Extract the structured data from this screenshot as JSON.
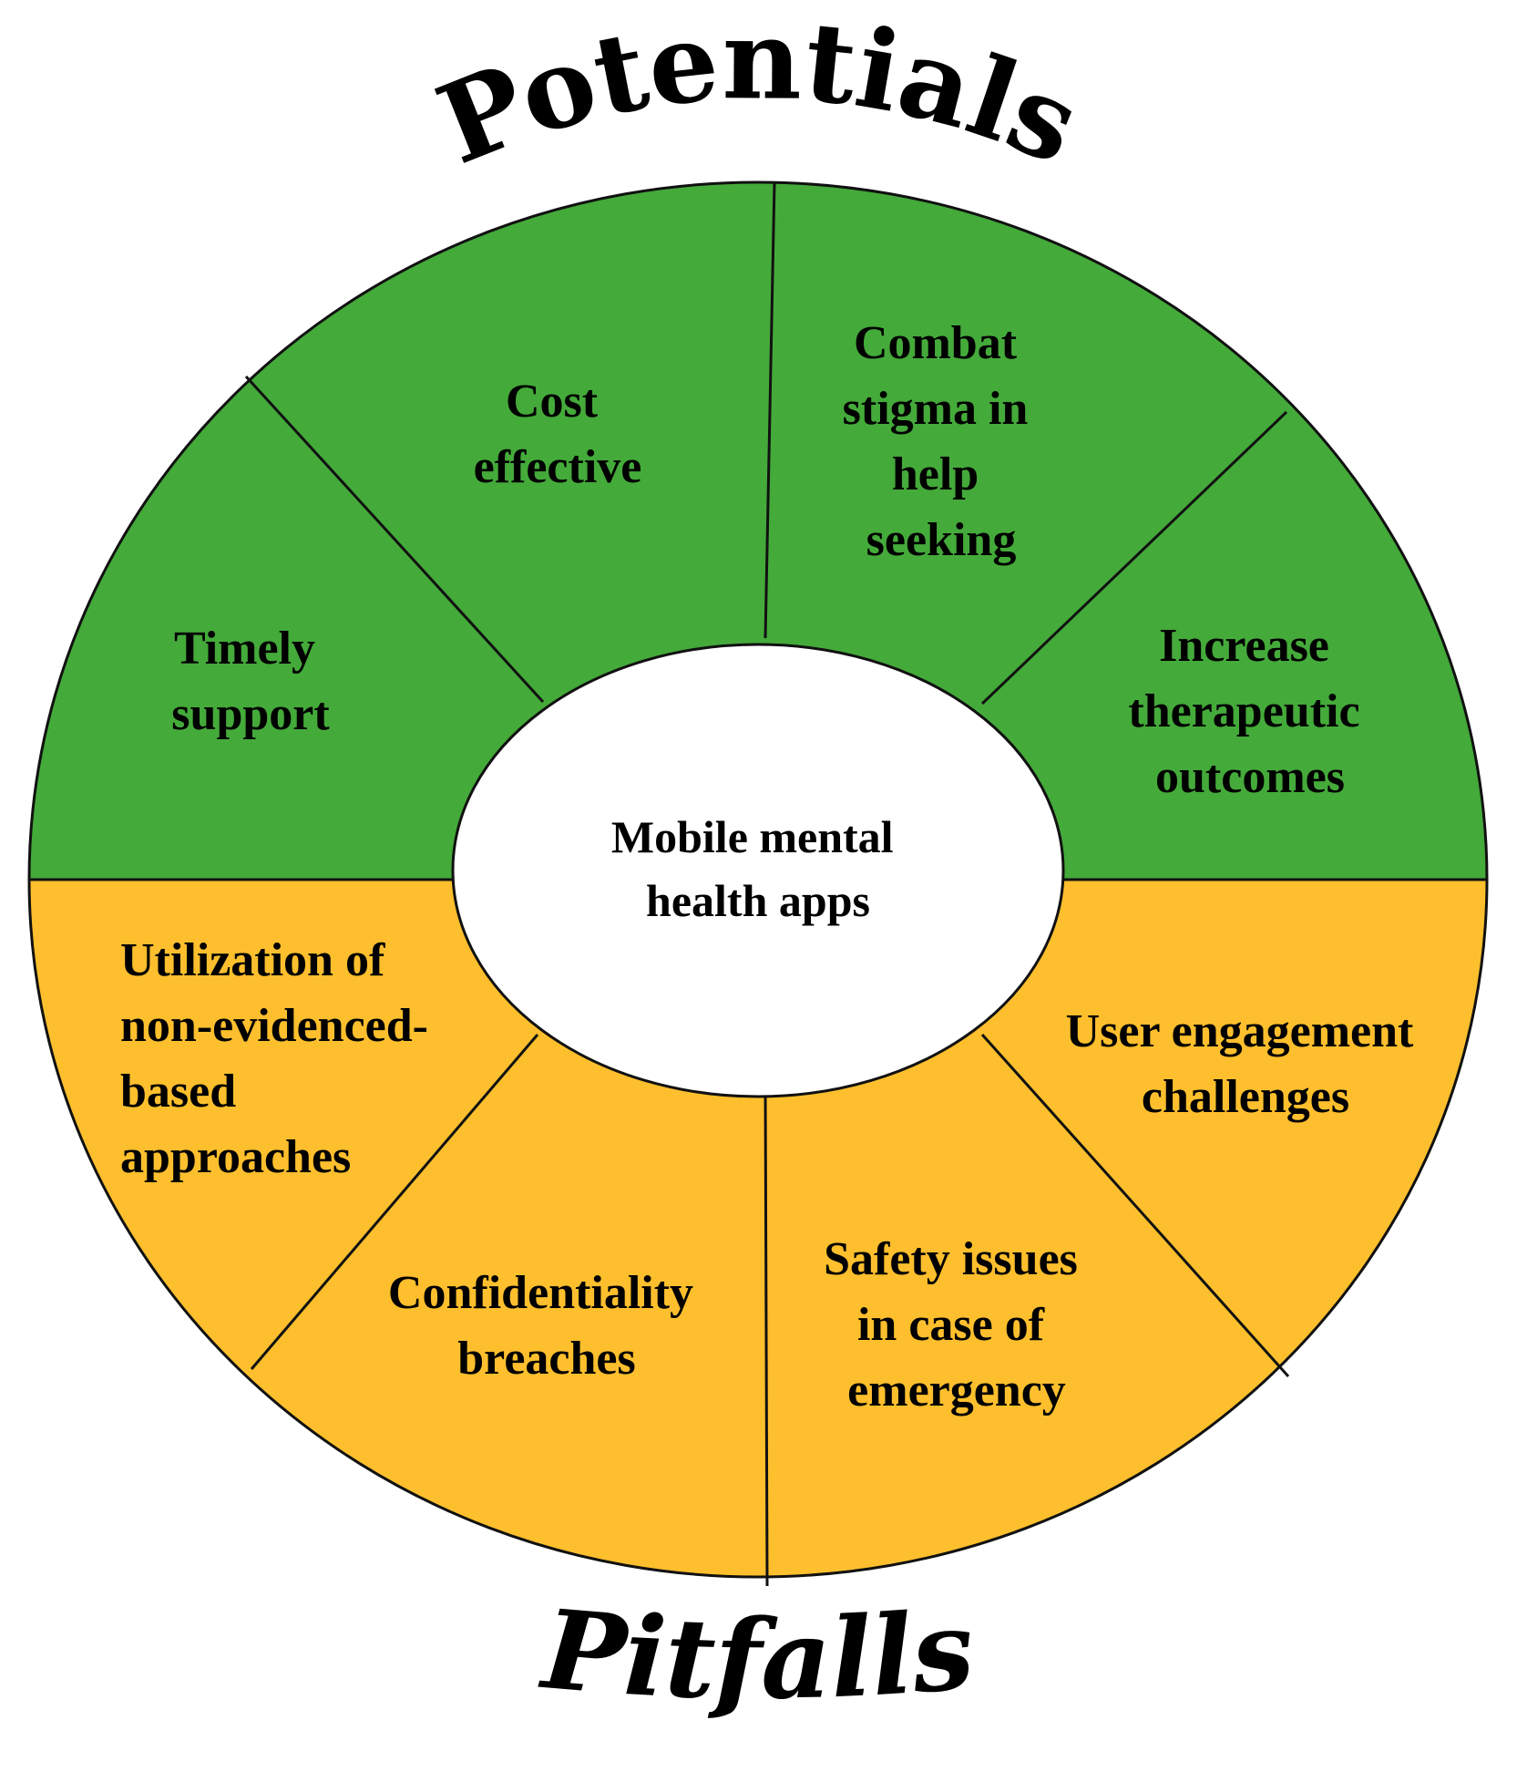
{
  "headings": {
    "top": "Potentials",
    "bottom": "Pitfalls"
  },
  "center": {
    "lines": [
      "Mobile mental",
      "health apps"
    ]
  },
  "colors": {
    "potentials": "#44AA3A",
    "pitfalls": "#FDBF2D",
    "center": "#FFFFFF",
    "lines": "#111111"
  },
  "potentials": [
    {
      "lines": [
        "Timely",
        "support"
      ]
    },
    {
      "lines": [
        "Cost",
        "effective"
      ]
    },
    {
      "lines": [
        "Combat",
        "stigma in",
        "help",
        "seeking"
      ]
    },
    {
      "lines": [
        "Increase",
        "therapeutic",
        "outcomes"
      ]
    }
  ],
  "pitfalls": [
    {
      "lines": [
        "Utilization of",
        "non-evidenced-",
        "based",
        "approaches"
      ]
    },
    {
      "lines": [
        "Confidentiality",
        "breaches"
      ]
    },
    {
      "lines": [
        "Safety issues",
        "in case of",
        "emergency"
      ]
    },
    {
      "lines": [
        "User engagement",
        "challenges"
      ]
    }
  ]
}
